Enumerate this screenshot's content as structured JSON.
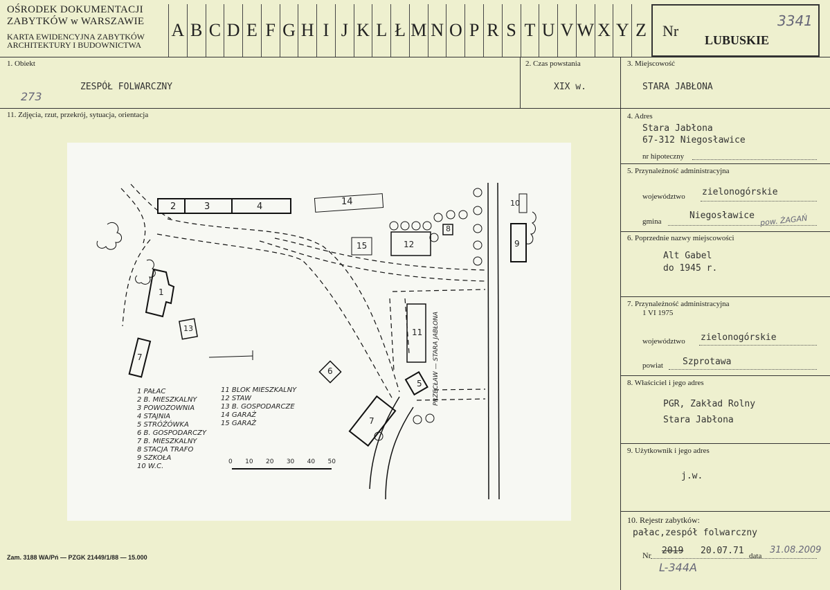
{
  "header": {
    "institution_line1": "OŚRODEK DOKUMENTACJI",
    "institution_line2": "ZABYTKÓW w WARSZAWIE",
    "card_line1": "KARTA EWIDENCYJNA ZABYTKÓW",
    "card_line2": "ARCHITEKTURY I BUDOWNICTWA",
    "letters": [
      "A",
      "B",
      "C",
      "D",
      "E",
      "F",
      "G",
      "H",
      "I",
      "J",
      "K",
      "L",
      "Ł",
      "M",
      "N",
      "O",
      "P",
      "R",
      "S",
      "T",
      "U",
      "V",
      "W",
      "X",
      "Y",
      "Z"
    ],
    "nr_label": "Nr",
    "region": "LUBUSKIE",
    "handwritten_number": "3341"
  },
  "row1": {
    "obiekt_label": "1. Obiekt",
    "obiekt_value": "ZESPÓŁ FOLWARCZNY",
    "margin_note": "273",
    "czas_label": "2. Czas powstania",
    "czas_value": "XIX w.",
    "miejscowosc_label": "3. Miejscowość",
    "miejscowosc_value": "STARA JABŁONA"
  },
  "section11": {
    "label": "11. Zdjęcia, rzut, przekrój, sytuacja, orientacja"
  },
  "plan": {
    "legend_left": [
      "1 PAŁAC",
      "2 B. MIESZKALNY",
      "3 POWOZOWNIA",
      "4 STAJNIA",
      "5 STRÓŻÓWKA",
      "6 B. GOSPODARCZY",
      "7 B. MIESZKALNY",
      "8 STACJA TRAFO",
      "9 SZKOŁA",
      "10 W.C."
    ],
    "legend_right": [
      "11 BLOK MIESZKALNY",
      "12 STAW",
      "13 B. GOSPODARCZE",
      "14 GARAŻ",
      "15 GARAŻ"
    ],
    "scale_ticks": [
      "0",
      "10",
      "20",
      "30",
      "40",
      "50"
    ],
    "road_label": "PRZECŁAW — STARA JABŁONA",
    "building_numbers": [
      "1",
      "2",
      "3",
      "4",
      "5",
      "6",
      "7",
      "7",
      "8",
      "9",
      "10",
      "11",
      "12",
      "13",
      "14",
      "15"
    ]
  },
  "right": {
    "adres_label": "4. Adres",
    "adres_line1": "Stara Jabłona",
    "adres_line2": "67-312 Niegosławice",
    "hipoteczny_label": "nr hipoteczny",
    "admin5_label": "5. Przynależność administracyjna",
    "woj_label": "województwo",
    "woj5_value": "zielonogórskie",
    "gmina_label": "gmina",
    "gmina_value": "Niegosławice",
    "gmina_note": "pow. ŻAGAŃ",
    "poprzednie_label": "6. Poprzednie nazwy miejscowości",
    "poprzednie_line1": "Alt Gabel",
    "poprzednie_line2": "do 1945 r.",
    "admin7_label": "7. Przynależność administracyjna",
    "admin7_date": "1 VI 1975",
    "woj7_value": "zielonogórskie",
    "powiat_label": "powiat",
    "powiat_value": "Szprotawa",
    "wlasciciel_label": "8. Właściciel i jego adres",
    "wlasciciel_line1": "PGR, Zakład Rolny",
    "wlasciciel_line2": "Stara Jabłona",
    "uzytkownik_label": "9. Użytkownik i jego adres",
    "uzytkownik_value": "j.w."
  },
  "footer": {
    "rejestr_label": "10. Rejestr zabytków:",
    "rejestr_value": "pałac,zespół folwarczny",
    "nr_label": "Nr",
    "nr_value": "2019",
    "date_value": "20.07.71",
    "data_label": "data",
    "data_hand": "31.08.2009",
    "hand_reg": "L-344A",
    "print_info": "Zam. 3188 WA/Pń — PZGK 21449/1/88 — 15.000"
  }
}
